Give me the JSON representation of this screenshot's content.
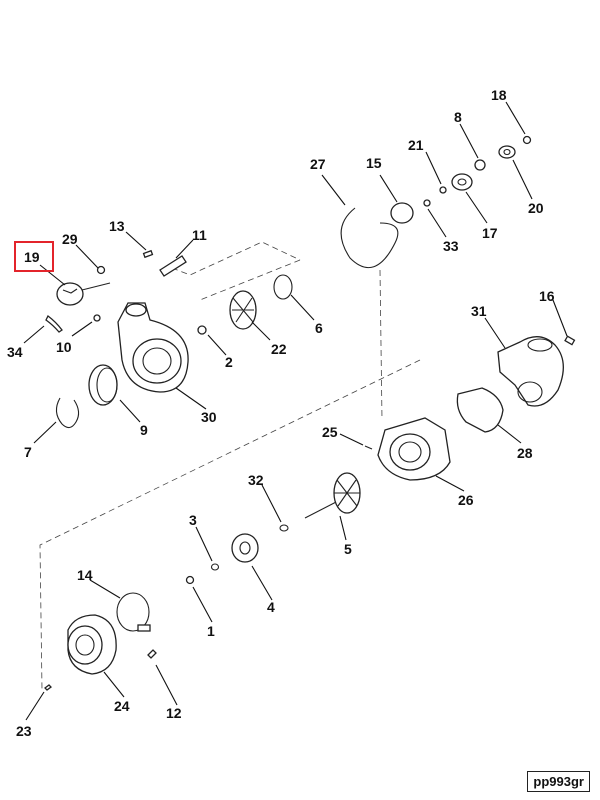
{
  "diagram": {
    "highlighted_callout": "19",
    "callouts": [
      "1",
      "2",
      "3",
      "4",
      "5",
      "6",
      "7",
      "8",
      "9",
      "10",
      "11",
      "12",
      "13",
      "14",
      "15",
      "16",
      "17",
      "18",
      "19",
      "20",
      "21",
      "22",
      "23",
      "24",
      "25",
      "26",
      "27",
      "28",
      "29",
      "30",
      "31",
      "32",
      "33",
      "34"
    ]
  },
  "footer": {
    "code": "pp993gr"
  }
}
